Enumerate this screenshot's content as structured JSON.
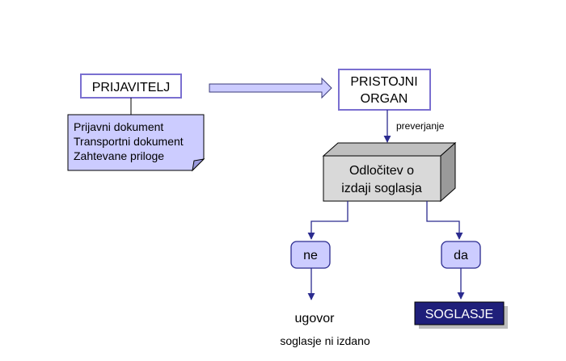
{
  "applicant": {
    "label": "PRIJAVITELJ"
  },
  "documents": {
    "lines": [
      "Prijavni dokument",
      "Transportni dokument",
      "Zahtevane priloge"
    ]
  },
  "authority": {
    "line1": "PRISTOJNI",
    "line2": "ORGAN"
  },
  "check": {
    "label": "preverjanje"
  },
  "decision": {
    "line1": "Odločitev o",
    "line2": "izdaji soglasja"
  },
  "branch_no": {
    "label": "ne",
    "result": "ugovor",
    "note": "soglasje ni izdano"
  },
  "branch_yes": {
    "label": "da",
    "result": "SOGLASJE"
  },
  "colors": {
    "box_border": "#7a6fd0",
    "lavender": "#ccccff",
    "lavender_dark": "#9999dd",
    "arrow": "#2b2b8f",
    "gray_front": "#d9d9d9",
    "gray_top": "#bfbfbf",
    "gray_side": "#9a9a9a",
    "navy": "#1f1f7a",
    "pill": "#ccccff"
  }
}
